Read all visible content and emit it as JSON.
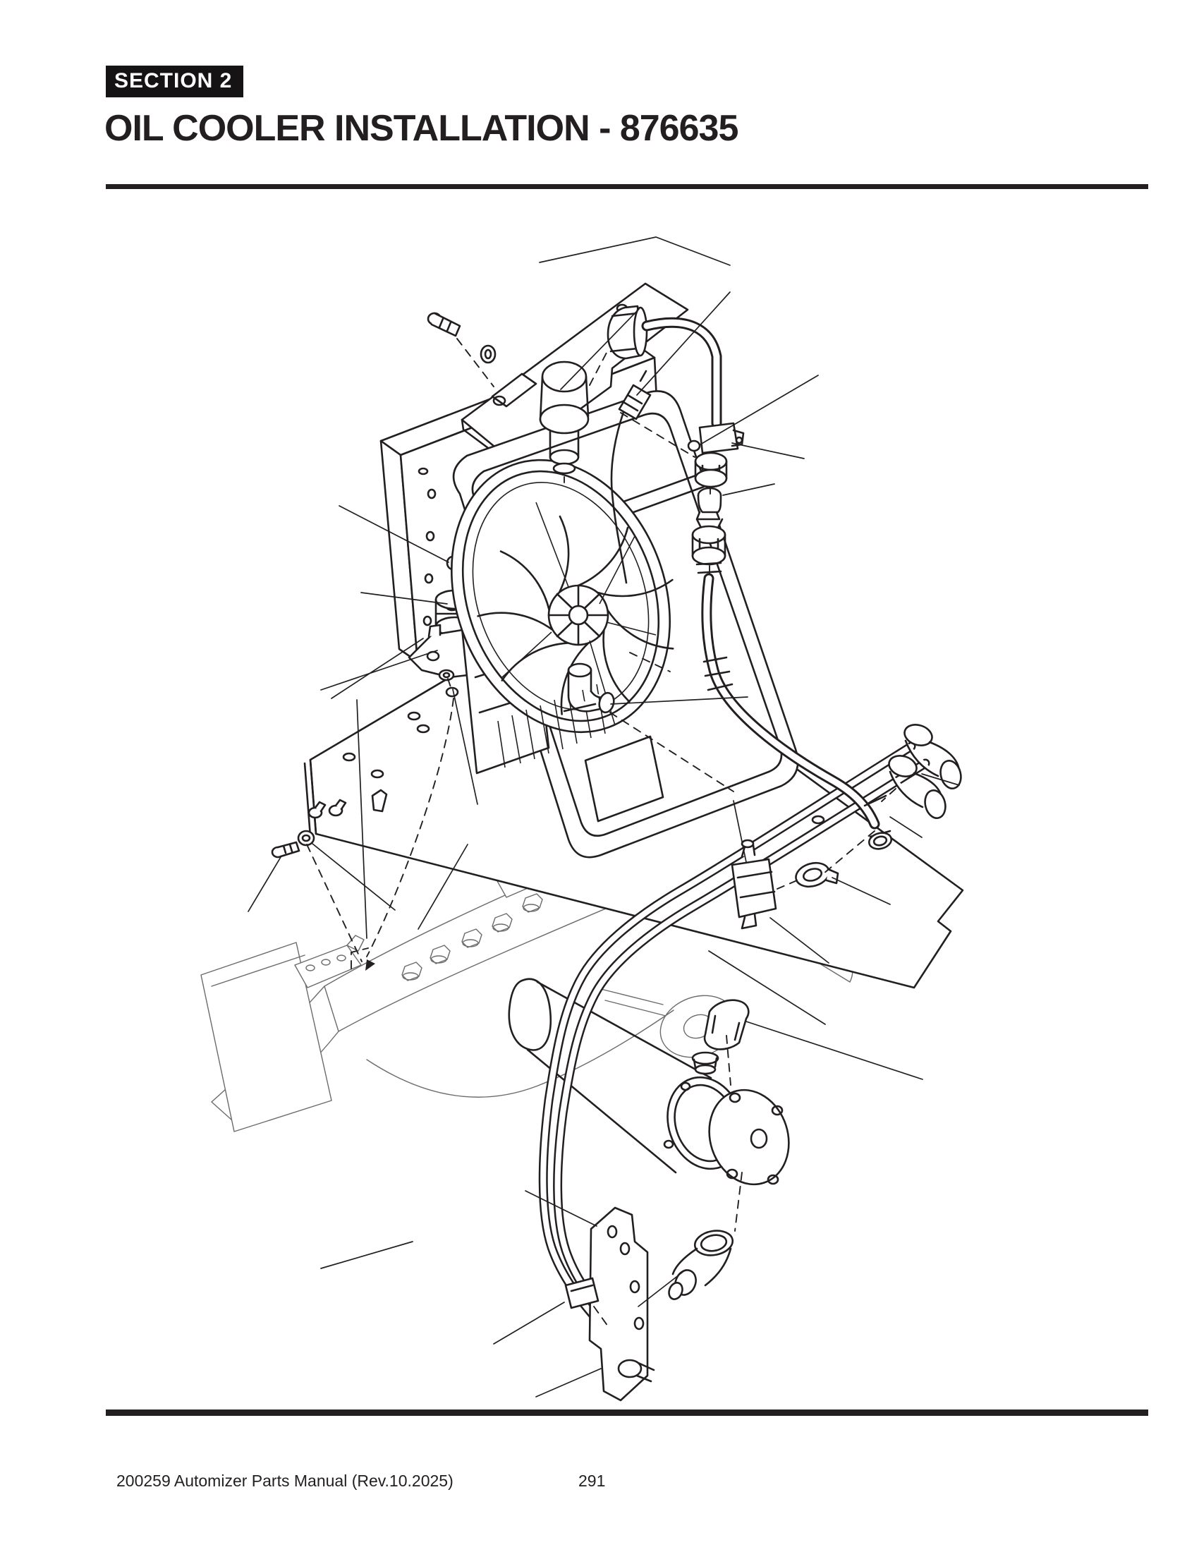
{
  "header": {
    "section_label": "SECTION 2",
    "title": "OIL COOLER INSTALLATION - 876635"
  },
  "footer": {
    "manual_label": "200259 Automizer Parts Manual (Rev.10.2025)",
    "page_number": "291"
  },
  "figure": {
    "kind": "exploded-parts-diagram",
    "subject": "oil cooler installation assembly"
  },
  "colors": {
    "badge_bg": "#161314",
    "badge_text": "#ffffff",
    "rule": "#231f20",
    "line_art": "#231f20",
    "page_bg": "#ffffff"
  }
}
